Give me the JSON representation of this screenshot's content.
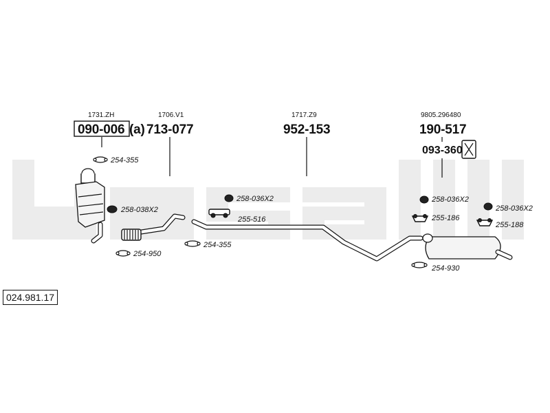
{
  "diagram_code": "024.981.17",
  "watermark": "bosal",
  "groups": [
    {
      "oe_ref": "1731.ZH",
      "part_number": "090-006",
      "suffix": "(a)"
    },
    {
      "oe_ref": "1706.V1",
      "part_number": "713-077"
    },
    {
      "oe_ref": "1717.Z9",
      "part_number": "952-153"
    },
    {
      "oe_ref": "9805.296480",
      "part_number": "190-517"
    }
  ],
  "extra_part": "093-360",
  "accessories": [
    "254-355",
    "258-038X2",
    "254-950",
    "258-036X2",
    "255-516",
    "254-355",
    "258-036X2",
    "255-186",
    "258-036X2",
    "255-188",
    "254-930"
  ]
}
